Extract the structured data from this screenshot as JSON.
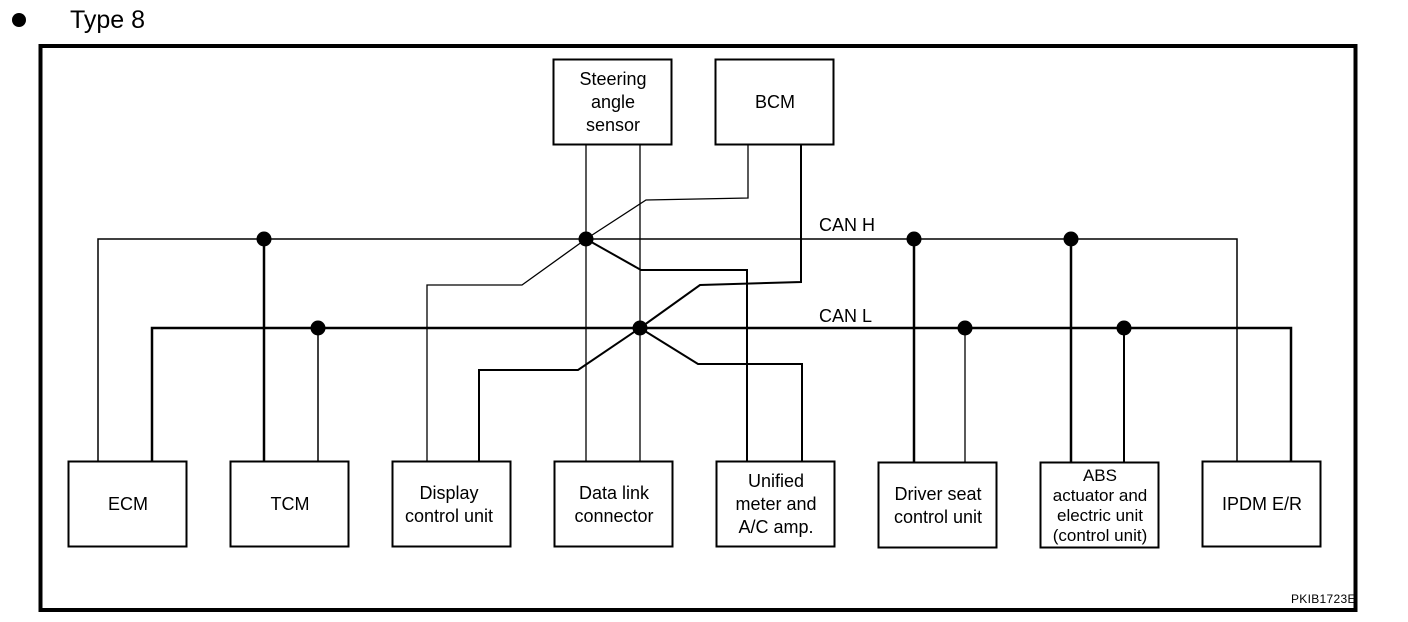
{
  "header": {
    "bullet_icon": "bullet-icon",
    "title": "Type 8"
  },
  "diagram": {
    "figure_code": "PKIB1723E",
    "buses": {
      "can_h": "CAN H",
      "can_l": "CAN L"
    },
    "units_top": [
      {
        "id": "steering-angle-sensor",
        "label": "Steering\nangle\nsensor"
      },
      {
        "id": "bcm",
        "label": "BCM"
      }
    ],
    "units_bottom": [
      {
        "id": "ecm",
        "label": "ECM"
      },
      {
        "id": "tcm",
        "label": "TCM"
      },
      {
        "id": "display-control-unit",
        "label": "Display\ncontrol unit"
      },
      {
        "id": "data-link-connector",
        "label": "Data link\nconnector"
      },
      {
        "id": "unified-meter",
        "label": "Unified\nmeter and\nA/C amp."
      },
      {
        "id": "driver-seat-control-unit",
        "label": "Driver seat\ncontrol unit"
      },
      {
        "id": "abs-actuator",
        "label": "ABS\nactuator and\nelectric unit\n(control unit)"
      },
      {
        "id": "ipdm-er",
        "label": "IPDM E/R"
      }
    ],
    "connections": [
      {
        "unit": "ecm",
        "can_h": "direct",
        "can_l": "direct"
      },
      {
        "unit": "tcm",
        "can_h": "junction",
        "can_l": "junction"
      },
      {
        "unit": "display-control-unit",
        "can_h": "via steering-angle-sensor junction",
        "can_l": "via steering-angle-sensor junction"
      },
      {
        "unit": "data-link-connector",
        "can_h": "steering-angle-sensor line",
        "can_l": "steering-angle-sensor line"
      },
      {
        "unit": "unified-meter",
        "can_h": "junction",
        "can_l": "junction"
      },
      {
        "unit": "bcm",
        "can_h": "junction",
        "can_l": "junction"
      },
      {
        "unit": "driver-seat-control-unit",
        "can_h": "junction",
        "can_l": "junction"
      },
      {
        "unit": "abs-actuator",
        "can_h": "junction",
        "can_l": "junction"
      },
      {
        "unit": "ipdm-er",
        "can_h": "direct",
        "can_l": "direct"
      }
    ]
  }
}
